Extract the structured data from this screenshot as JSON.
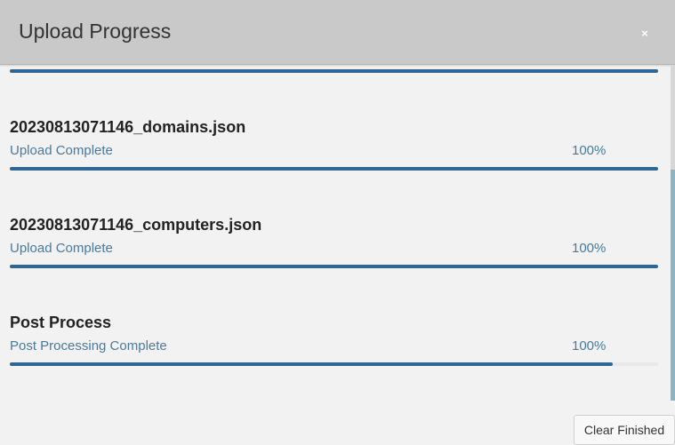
{
  "modal": {
    "title": "Upload Progress",
    "close_label": "×"
  },
  "uploads": [
    {
      "name": "",
      "status": "",
      "percent_label": "",
      "progress": 1.0
    },
    {
      "name": "20230813071146_domains.json",
      "status": "Upload Complete",
      "percent_label": "100%",
      "progress": 1.0
    },
    {
      "name": "20230813071146_computers.json",
      "status": "Upload Complete",
      "percent_label": "100%",
      "progress": 1.0
    },
    {
      "name": "Post Process",
      "status": "Post Processing Complete",
      "percent_label": "100%",
      "progress": 0.93
    }
  ],
  "footer": {
    "clear_label": "Clear Finished"
  },
  "colors": {
    "accent": "#2e6695",
    "status_text": "#4a7a9a",
    "header_bg": "#c9c9c9"
  }
}
